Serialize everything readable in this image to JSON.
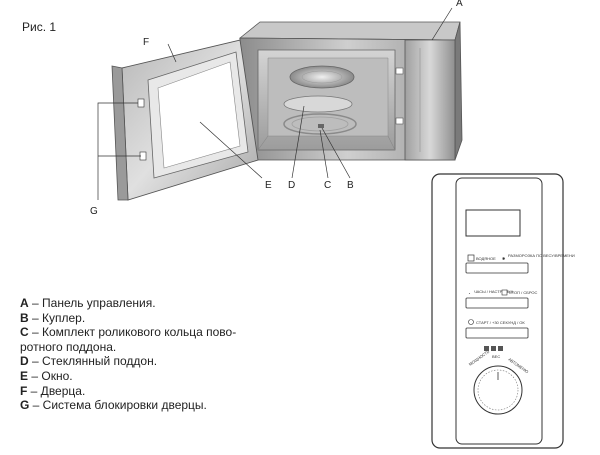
{
  "figure_label": "Рис. 1",
  "callouts": {
    "a": "A",
    "b": "B",
    "c": "C",
    "d": "D",
    "e": "E",
    "f": "F",
    "g": "G"
  },
  "panel_labels": {
    "water": "ВОДЯНОЕ",
    "defrost": "РАЗМОРОЗКА ПО ВЕСУ/ВРЕМЕНИ",
    "clock": "ЧАСЫ / НАСТРОЙКА",
    "stop": "СТОП / СБРОС",
    "start": "СТАРТ / +30 СЕКУНД / ОК",
    "dial_left": "МОЩНОСТЬ",
    "dial_mid": "ВЕС",
    "dial_right": "АВТОМЕНЮ"
  },
  "legend": [
    {
      "key": "A",
      "text": " – Панель управления."
    },
    {
      "key": "B",
      "text": " – Куплер."
    },
    {
      "key": "C",
      "text": " –  Комплект роликового кольца пово-"
    },
    {
      "key": "",
      "text": "ротного поддона."
    },
    {
      "key": "D",
      "text": " – Стеклянный поддон."
    },
    {
      "key": "E",
      "text": " – Окно."
    },
    {
      "key": "F",
      "text": " – Дверца."
    },
    {
      "key": "G",
      "text": " – Система блокировки дверцы."
    }
  ]
}
